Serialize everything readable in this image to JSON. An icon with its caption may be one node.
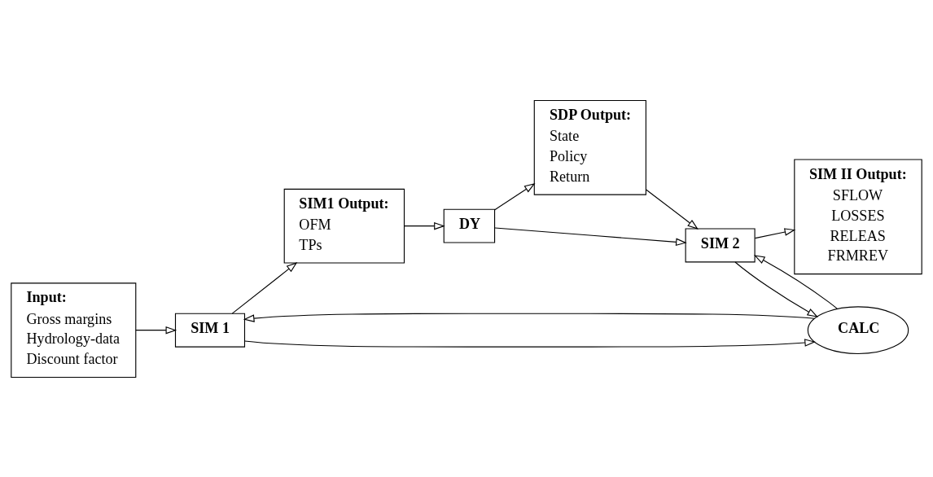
{
  "diagram": {
    "nodes": [
      {
        "text": [
          "Input:",
          "Gross margins",
          "Hydrology-data",
          "Discount factor"
        ]
      },
      {
        "text": [
          "SIM1 Output:",
          "OFM",
          "TPs"
        ]
      },
      {
        "text": [
          "SDP Output:",
          "State",
          "Policy",
          "Return"
        ]
      },
      {
        "text": [
          "SIM 1"
        ]
      },
      {
        "text": [
          "DY"
        ]
      },
      {
        "text": [
          "SIM 2"
        ]
      },
      {
        "text": [
          "SIM II Output:",
          "SFLOW",
          "LOSSES",
          "RELEAS",
          "FRMREV"
        ]
      },
      {
        "text": [
          "CALC"
        ]
      }
    ],
    "edges": [
      {
        "from": 0,
        "to": 3,
        "arrow": "to"
      },
      {
        "from": 3,
        "to": 1,
        "arrow": "to"
      },
      {
        "from": 1,
        "to": 4,
        "arrow": "to"
      },
      {
        "from": 4,
        "to": 2,
        "arrow": "to"
      },
      {
        "from": 4,
        "to": 5,
        "arrow": "to"
      },
      {
        "from": 2,
        "to": 5,
        "arrow": "to"
      },
      {
        "from": 5,
        "to": 6,
        "arrow": "to"
      },
      {
        "from": 3,
        "to": 7,
        "arrow": "to"
      },
      {
        "from": 7,
        "to": 3,
        "arrow": "to"
      },
      {
        "from": 7,
        "to": 5,
        "arrow": "to"
      },
      {
        "from": 5,
        "to": 7,
        "arrow": "to"
      }
    ]
  }
}
